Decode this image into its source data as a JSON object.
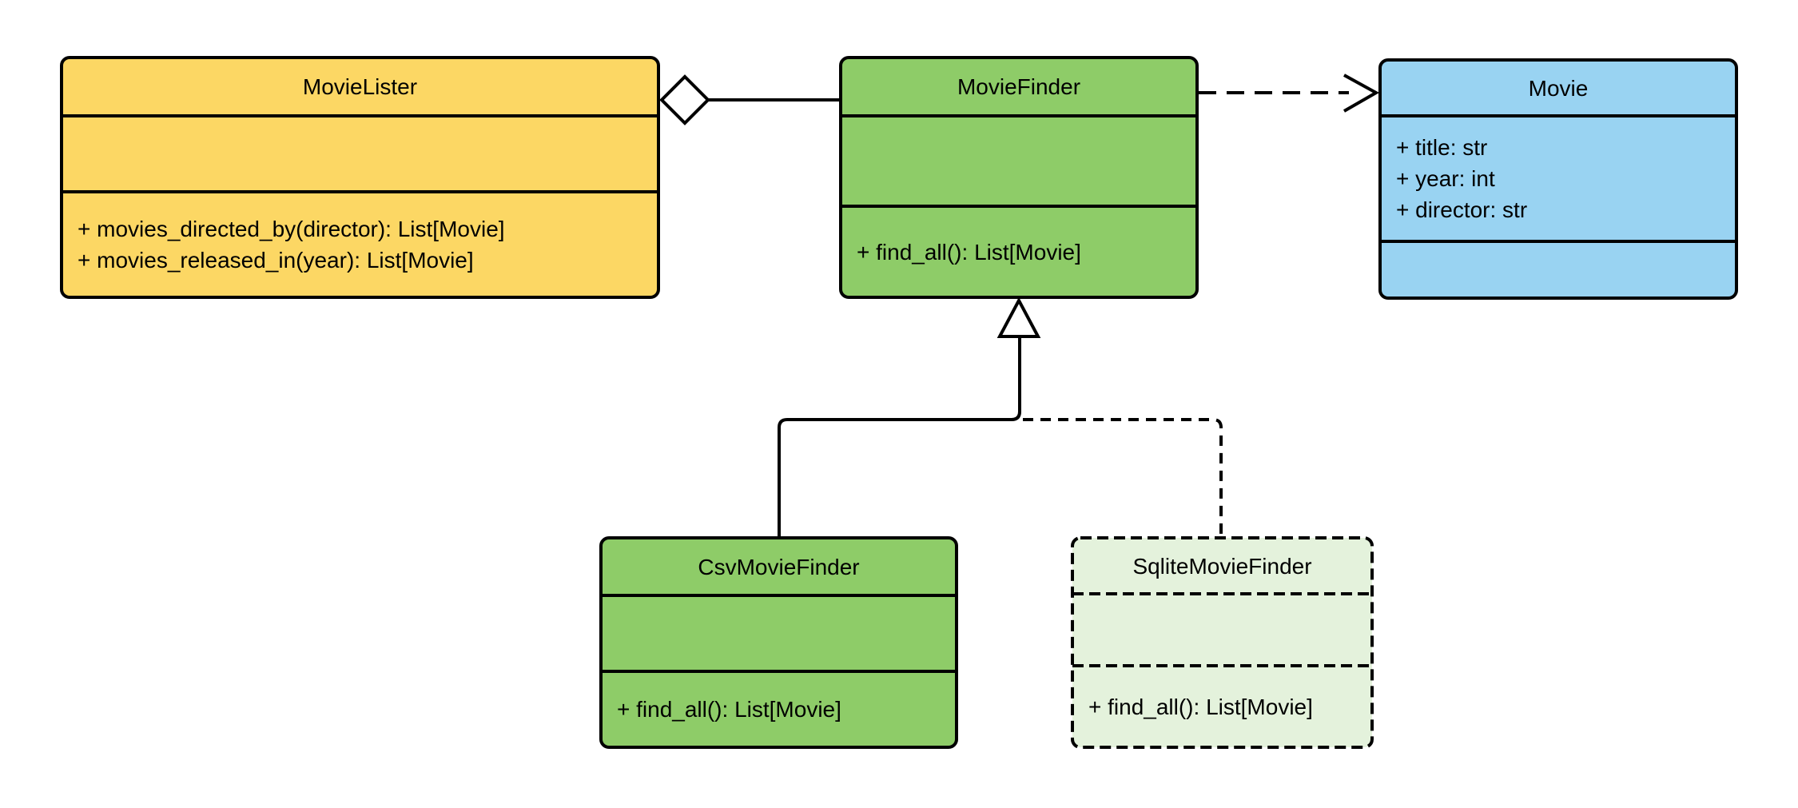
{
  "diagram": {
    "kind": "uml-class-diagram"
  },
  "colors": {
    "background": "#ffffff",
    "line": "#000000",
    "marker_fill": "#ffffff",
    "yellow": "#fcd764",
    "green": "#8ecc68",
    "light_green": "#e4f2dc",
    "blue": "#99d3f2"
  },
  "classes": [
    {
      "name": "MovieLister",
      "fill": "#fcd764",
      "border": "solid",
      "attributes": [],
      "methods": [
        "+ movies_directed_by(director): List[Movie]",
        "+ movies_released_in(year): List[Movie]"
      ]
    },
    {
      "name": "MovieFinder",
      "fill": "#8ecc68",
      "border": "solid",
      "attributes": [],
      "methods": [
        "+ find_all(): List[Movie]"
      ]
    },
    {
      "name": "Movie",
      "fill": "#99d3f2",
      "border": "solid",
      "attributes": [
        "+ title: str",
        "+ year: int",
        "+ director: str"
      ],
      "methods": []
    },
    {
      "name": "CsvMovieFinder",
      "fill": "#8ecc68",
      "border": "solid",
      "attributes": [],
      "methods": [
        "+ find_all(): List[Movie]"
      ]
    },
    {
      "name": "SqliteMovieFinder",
      "fill": "#e4f2dc",
      "border": "dashed",
      "attributes": [],
      "methods": [
        "+ find_all(): List[Movie]"
      ]
    }
  ],
  "relations": [
    {
      "type": "aggregation",
      "from": "MovieLister",
      "to": "MovieFinder",
      "line": "solid"
    },
    {
      "type": "dependency",
      "from": "MovieFinder",
      "to": "Movie",
      "line": "dashed"
    },
    {
      "type": "generalization",
      "from": "CsvMovieFinder",
      "to": "MovieFinder",
      "line": "solid"
    },
    {
      "type": "generalization",
      "from": "SqliteMovieFinder",
      "to": "MovieFinder",
      "line": "dashed"
    }
  ]
}
